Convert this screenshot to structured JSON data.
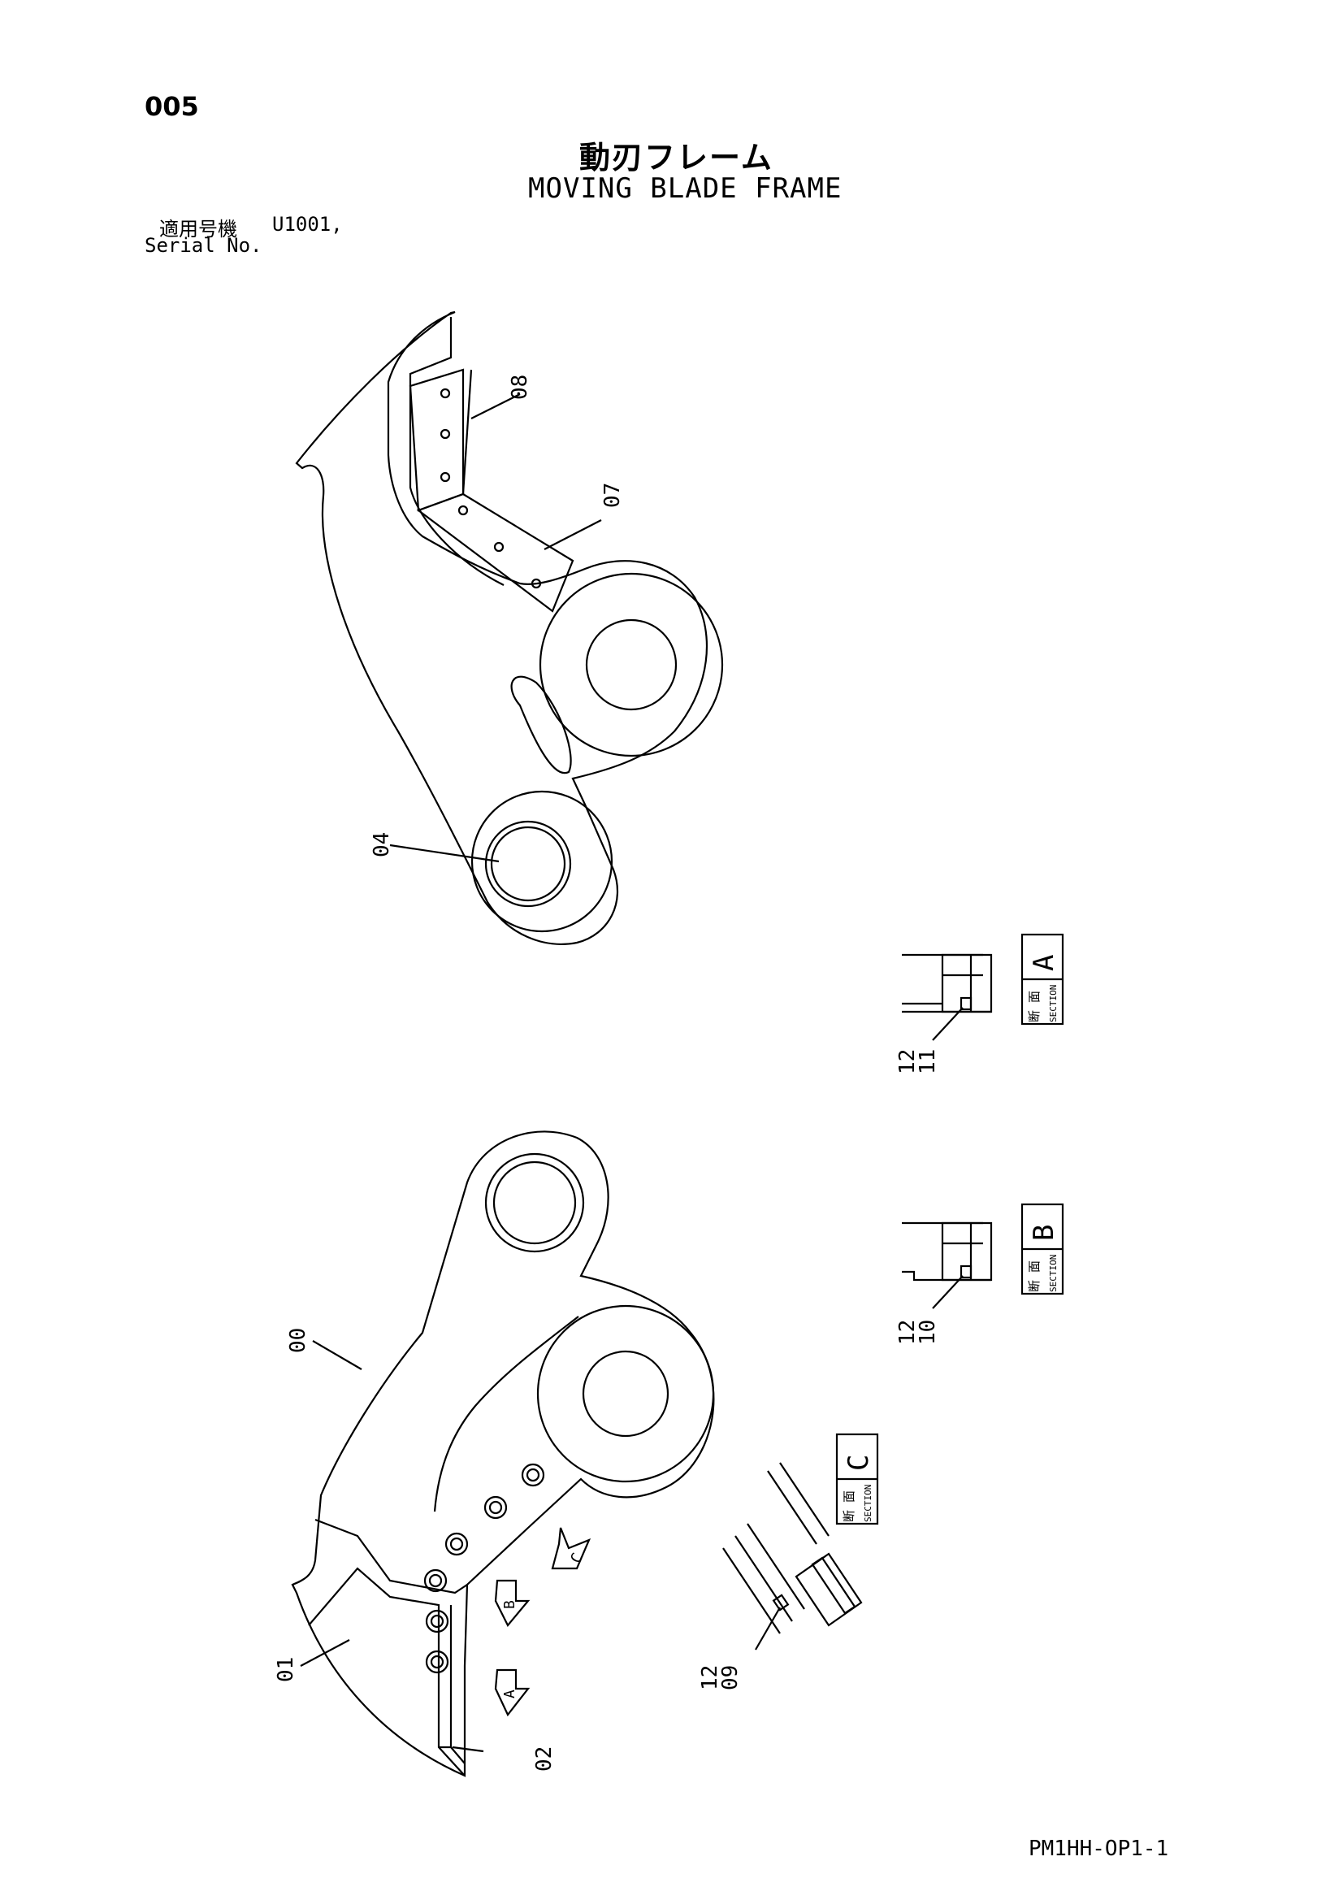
{
  "header": {
    "page_number": "005",
    "title_jp": "動刃フレーム",
    "title_en": "MOVING BLADE FRAME",
    "serial_label_jp": "適用号機",
    "serial_value": "U1001,",
    "serial_label_en": "Serial No."
  },
  "callouts": {
    "c08": "08",
    "c07": "07",
    "c04": "04",
    "c00": "00",
    "c01": "01",
    "c02": "02",
    "c12a": "12",
    "c11": "11",
    "c12b": "12",
    "c10": "10",
    "c12c": "12",
    "c09": "09"
  },
  "sections": {
    "a": {
      "jp": "断 面",
      "en": "SECTION",
      "letter": "A"
    },
    "b": {
      "jp": "断 面",
      "en": "SECTION",
      "letter": "B"
    },
    "c": {
      "jp": "断 面",
      "en": "SECTION",
      "letter": "C"
    }
  },
  "markers": {
    "a": "A",
    "b": "B",
    "c": "C"
  },
  "footer": {
    "doc_code": "PM1HH-OP1-1"
  }
}
